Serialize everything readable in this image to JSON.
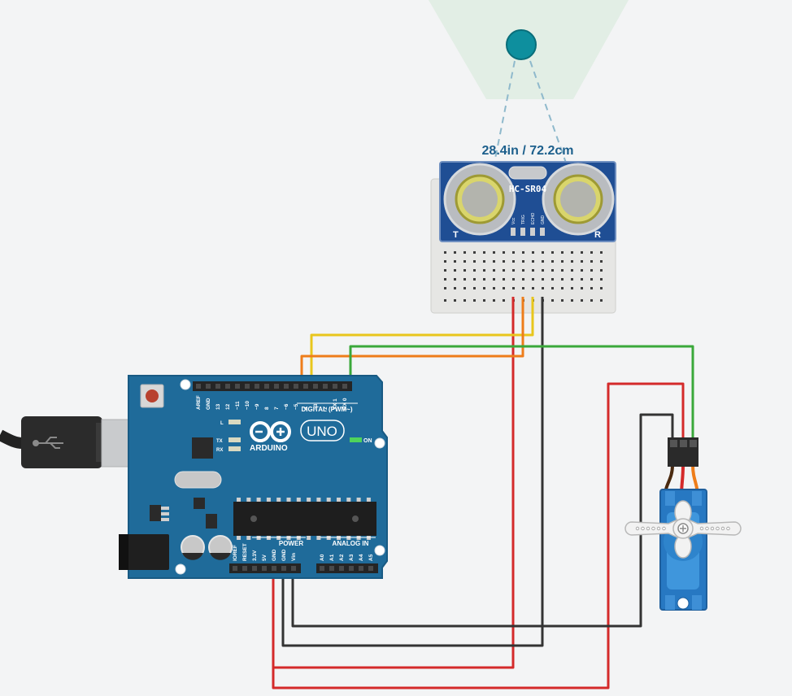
{
  "simulation": {
    "distance_readout": "28.4in / 72.2cm",
    "target_object": "distance-target"
  },
  "sensor": {
    "model": "HC-SR04",
    "left_mark": "T",
    "right_mark": "R",
    "pins": [
      "Vcc",
      "TRIG",
      "ECHO",
      "GND"
    ]
  },
  "arduino": {
    "logo": "ARDUINO",
    "model": "UNO",
    "on_label": "ON",
    "digital_header": "DIGITAL (PWM~)",
    "power_header": "POWER",
    "analog_header": "ANALOG IN",
    "led_l": "L",
    "led_tx": "TX",
    "led_rx": "RX",
    "digital_pins": [
      "AREF",
      "GND",
      "13",
      "12",
      "~11",
      "~10",
      "~9",
      "8",
      "7",
      "~6",
      "~5",
      "4",
      "~3",
      "2",
      "TX 1",
      "RX 0"
    ],
    "power_pins": [
      "IOREF",
      "RESET",
      "3.3V",
      "5V",
      "GND",
      "GND",
      "Vin"
    ],
    "analog_pins": [
      "A0",
      "A1",
      "A2",
      "A3",
      "A4",
      "A5"
    ]
  },
  "colors": {
    "background": "#f3f4f5",
    "arduino_board": "#1f6b9a",
    "sensor_board": "#1f4e94",
    "servo_body": "#2778c2",
    "wire_red": "#d42a2a",
    "wire_black": "#333333",
    "wire_yellow": "#e8c61c",
    "wire_orange": "#ee7d1a",
    "wire_green": "#3aa83a",
    "target": "#0e8f9e",
    "readout": "#1c5f8c"
  },
  "icons": [
    "usb-icon",
    "arduino-infinity-logo-icon",
    "servo-screw-icon"
  ]
}
